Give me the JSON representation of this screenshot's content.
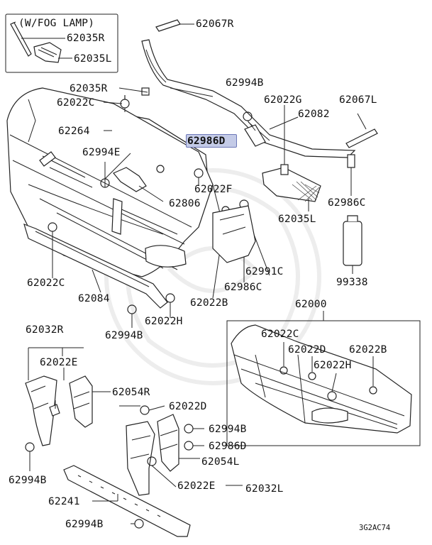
{
  "diagram": {
    "fog_lamp_box": {
      "title": "(W/FOG LAMP)",
      "parts": [
        "62035R",
        "62035L"
      ]
    },
    "labels": {
      "p62067R": "62067R",
      "p62035R": "62035R",
      "p62022C_a": "62022C",
      "p62264": "62264",
      "p62994B_a": "62994B",
      "p62022G": "62022G",
      "p62067L": "62067L",
      "p62082": "62082",
      "p62986D_a": "62986D",
      "p62994E": "62994E",
      "p62022F": "62022F",
      "p62806": "62806",
      "p62035L": "62035L",
      "p62986C_a": "62986C",
      "p62022C_b": "62022C",
      "p62991C": "62991C",
      "p62986C_b": "62986C",
      "p99338": "99338",
      "p62084": "62084",
      "p62022B_a": "62022B",
      "p62000": "62000",
      "p62994B_b": "62994B",
      "p62022H_a": "62022H",
      "p62032R": "62032R",
      "p62022E_a": "62022E",
      "p62054R": "62054R",
      "p62994B_c": "62994B",
      "p62022D_a": "62022D",
      "p62994B_d": "62994B",
      "p62986D_b": "62986D",
      "p62054L": "62054L",
      "p62022E_b": "62022E",
      "p62032L": "62032L",
      "p62241": "62241",
      "p62994B_e": "62994B",
      "inset_62022C": "62022C",
      "inset_62022D": "62022D",
      "inset_62022B": "62022B",
      "inset_62022H": "62022H"
    },
    "highlighted_part": "62986D",
    "highlight_color": "#c4cbe7",
    "drawing_code": "3G2AC74"
  }
}
